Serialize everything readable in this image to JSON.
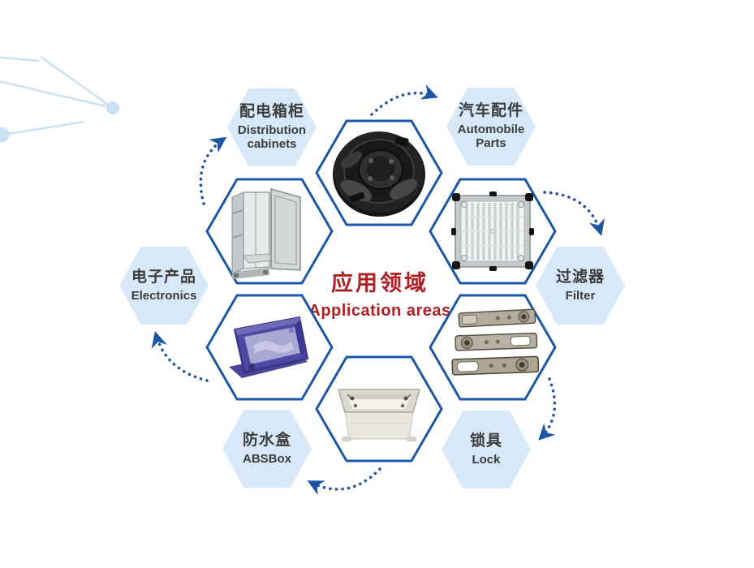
{
  "center": {
    "title_zh": "应用领域",
    "title_en": "Application areas"
  },
  "nodes": {
    "distribution": {
      "zh": "配电箱柜",
      "en": "Distribution cabinets"
    },
    "automobile": {
      "zh": "汽车配件",
      "en": "Automobile Parts"
    },
    "electronics": {
      "zh": "电子产品",
      "en": "Electronics"
    },
    "filter": {
      "zh": "过滤器",
      "en": "Filter"
    },
    "absbox": {
      "zh": "防水盒",
      "en": "ABSBox"
    },
    "lock": {
      "zh": "锁具",
      "en": "Lock"
    }
  },
  "photos": {
    "auto_part": "automobile-brake-plate-photo",
    "cabinet": "distribution-cabinet-photo",
    "filter_grid": "filter-grid-photo",
    "purple_box": "purple-enclosure-photo",
    "lock_plates": "lock-plates-photo",
    "white_box": "white-abs-box-photo"
  },
  "colors": {
    "hex_fill": "#d7e9f8",
    "hex_border": "#1b57a8",
    "arrow": "#1b55a3",
    "label_text": "#3c3c3c",
    "accent_red": "#ae2024",
    "decoration": "#c9e0f5",
    "background": "#ffffff"
  }
}
